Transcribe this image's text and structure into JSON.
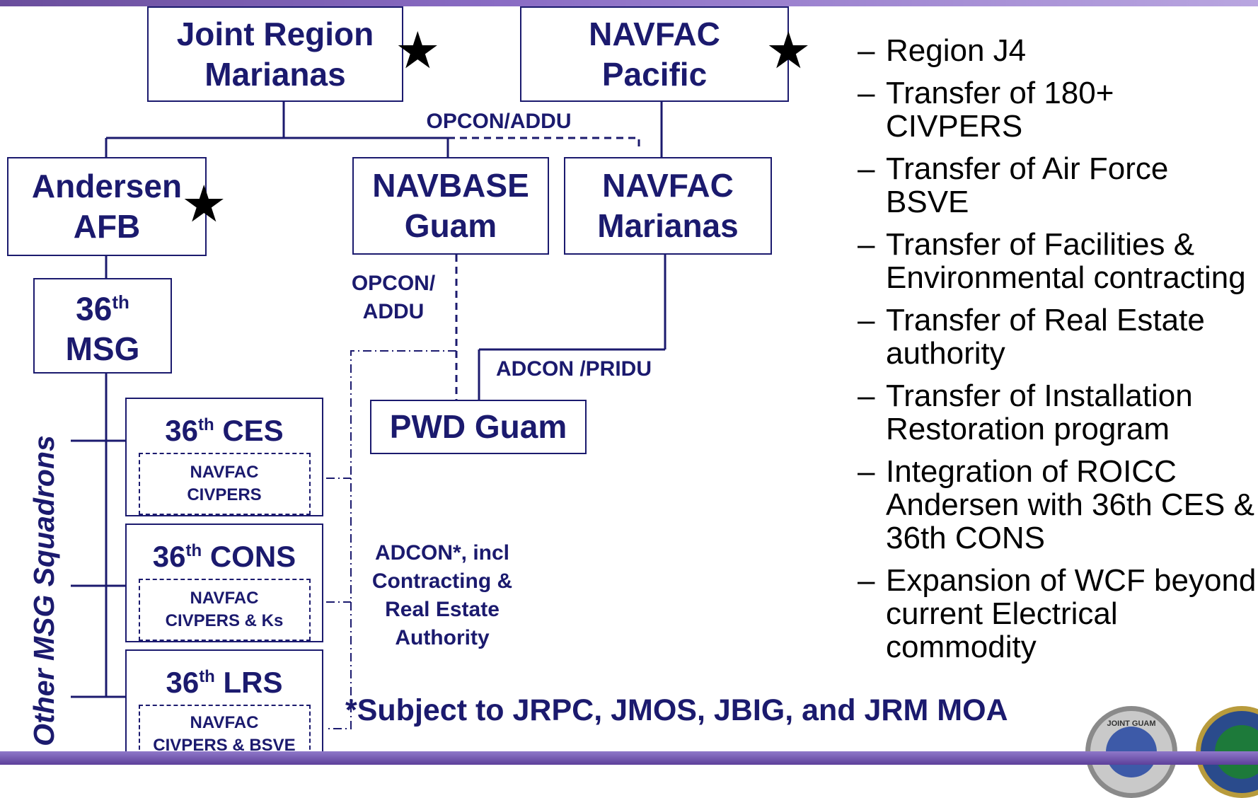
{
  "org": {
    "jrm": {
      "label": "Joint Region\nMarianas"
    },
    "navfac_pacific": {
      "label": "NAVFAC\nPacific"
    },
    "andersen": {
      "label": "Andersen\nAFB"
    },
    "navbase": {
      "label": "NAVBASE\nGuam"
    },
    "navfac_marianas": {
      "label": "NAVFAC\nMarianas"
    },
    "msg": {
      "num": "36",
      "sup": "th",
      "text": "MSG"
    },
    "pwd": {
      "label": "PWD Guam"
    },
    "ces": {
      "num": "36",
      "sup": "th",
      "text": " CES",
      "inner": "NAVFAC\nCIVPERS"
    },
    "cons": {
      "num": "36",
      "sup": "th",
      "text": " CONS",
      "inner": "NAVFAC\nCIVPERS & Ks"
    },
    "lrs": {
      "num": "36",
      "sup": "th",
      "text": " LRS",
      "inner": "NAVFAC\nCIVPERS & BSVE"
    }
  },
  "relations": {
    "opcon_addu_top": "OPCON/ADDU",
    "opcon_addu_left": "OPCON/\nADDU",
    "adcon_pridu": "ADCON /PRIDU",
    "adcon_incl": "ADCON*, incl\nContracting &\nReal Estate\nAuthority"
  },
  "side_label": "Other MSG Squadrons",
  "bullets": [
    "Region J4",
    "Transfer of 180+ CIVPERS",
    "Transfer of Air Force BSVE",
    "Transfer of Facilities & Environmental contracting",
    "Transfer of Real Estate authority",
    "Transfer of Installation Restoration program",
    "Integration of ROICC Andersen with 36th CES & 36th CONS",
    "Expansion of WCF beyond current Electrical commodity"
  ],
  "bullet_marker": "–",
  "footnote": "*Subject to JRPC, JMOS, JBIG, and JRM MOA",
  "star_glyph": "★",
  "seals": {
    "left_text": "JOINT GUAM"
  },
  "colors": {
    "navy": "#1b1a6e",
    "accent": "#6a4e9c"
  }
}
